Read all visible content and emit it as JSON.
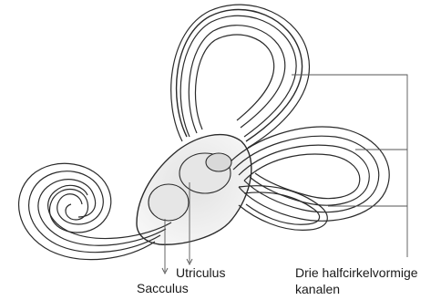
{
  "labels": {
    "utriculus": "Utriculus",
    "sacculus": "Sacculus",
    "kanalen_line1": "Drie halfcirkelvormige",
    "kanalen_line2": "kanalen"
  },
  "colors": {
    "outline": "#2b2b2b",
    "tissue": "#f3f3f3",
    "membrane": "#e4e4e4",
    "leader": "#555555"
  }
}
